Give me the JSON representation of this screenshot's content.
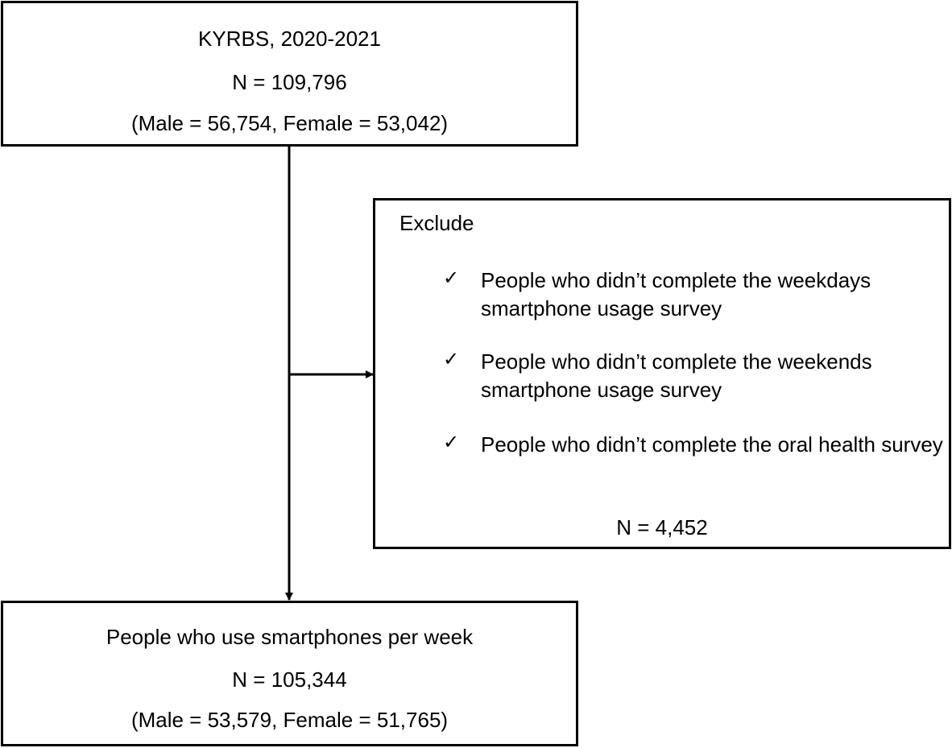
{
  "top_box": {
    "title": "KYRBS, 2020-2021",
    "n": "N = 109,796",
    "breakdown": "(Male = 56,754, Female = 53,042)"
  },
  "exclude_box": {
    "heading": "Exclude",
    "criteria": [
      {
        "mark": "✓",
        "text": "People who didn’t complete the weekdays smartphone usage survey"
      },
      {
        "mark": "✓",
        "text": "People who didn’t complete the weekends smartphone usage survey"
      },
      {
        "mark": "✓",
        "text": "People who didn’t complete the oral health survey"
      }
    ],
    "n": "N = 4,452"
  },
  "bottom_box": {
    "title": "People who use smartphones per week",
    "n": "N = 105,344",
    "breakdown": "(Male = 53,579, Female = 51,765)"
  }
}
